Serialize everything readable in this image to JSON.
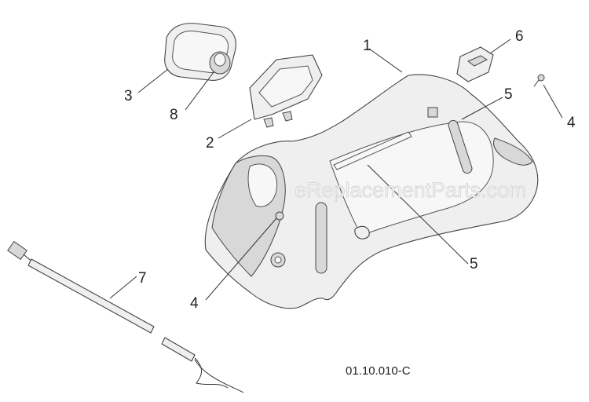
{
  "diagram": {
    "code": "01.10.010-C",
    "watermark": "eReplacementParts.com",
    "callouts": [
      "1",
      "2",
      "3",
      "4",
      "4",
      "5",
      "5",
      "6",
      "7",
      "8"
    ]
  }
}
